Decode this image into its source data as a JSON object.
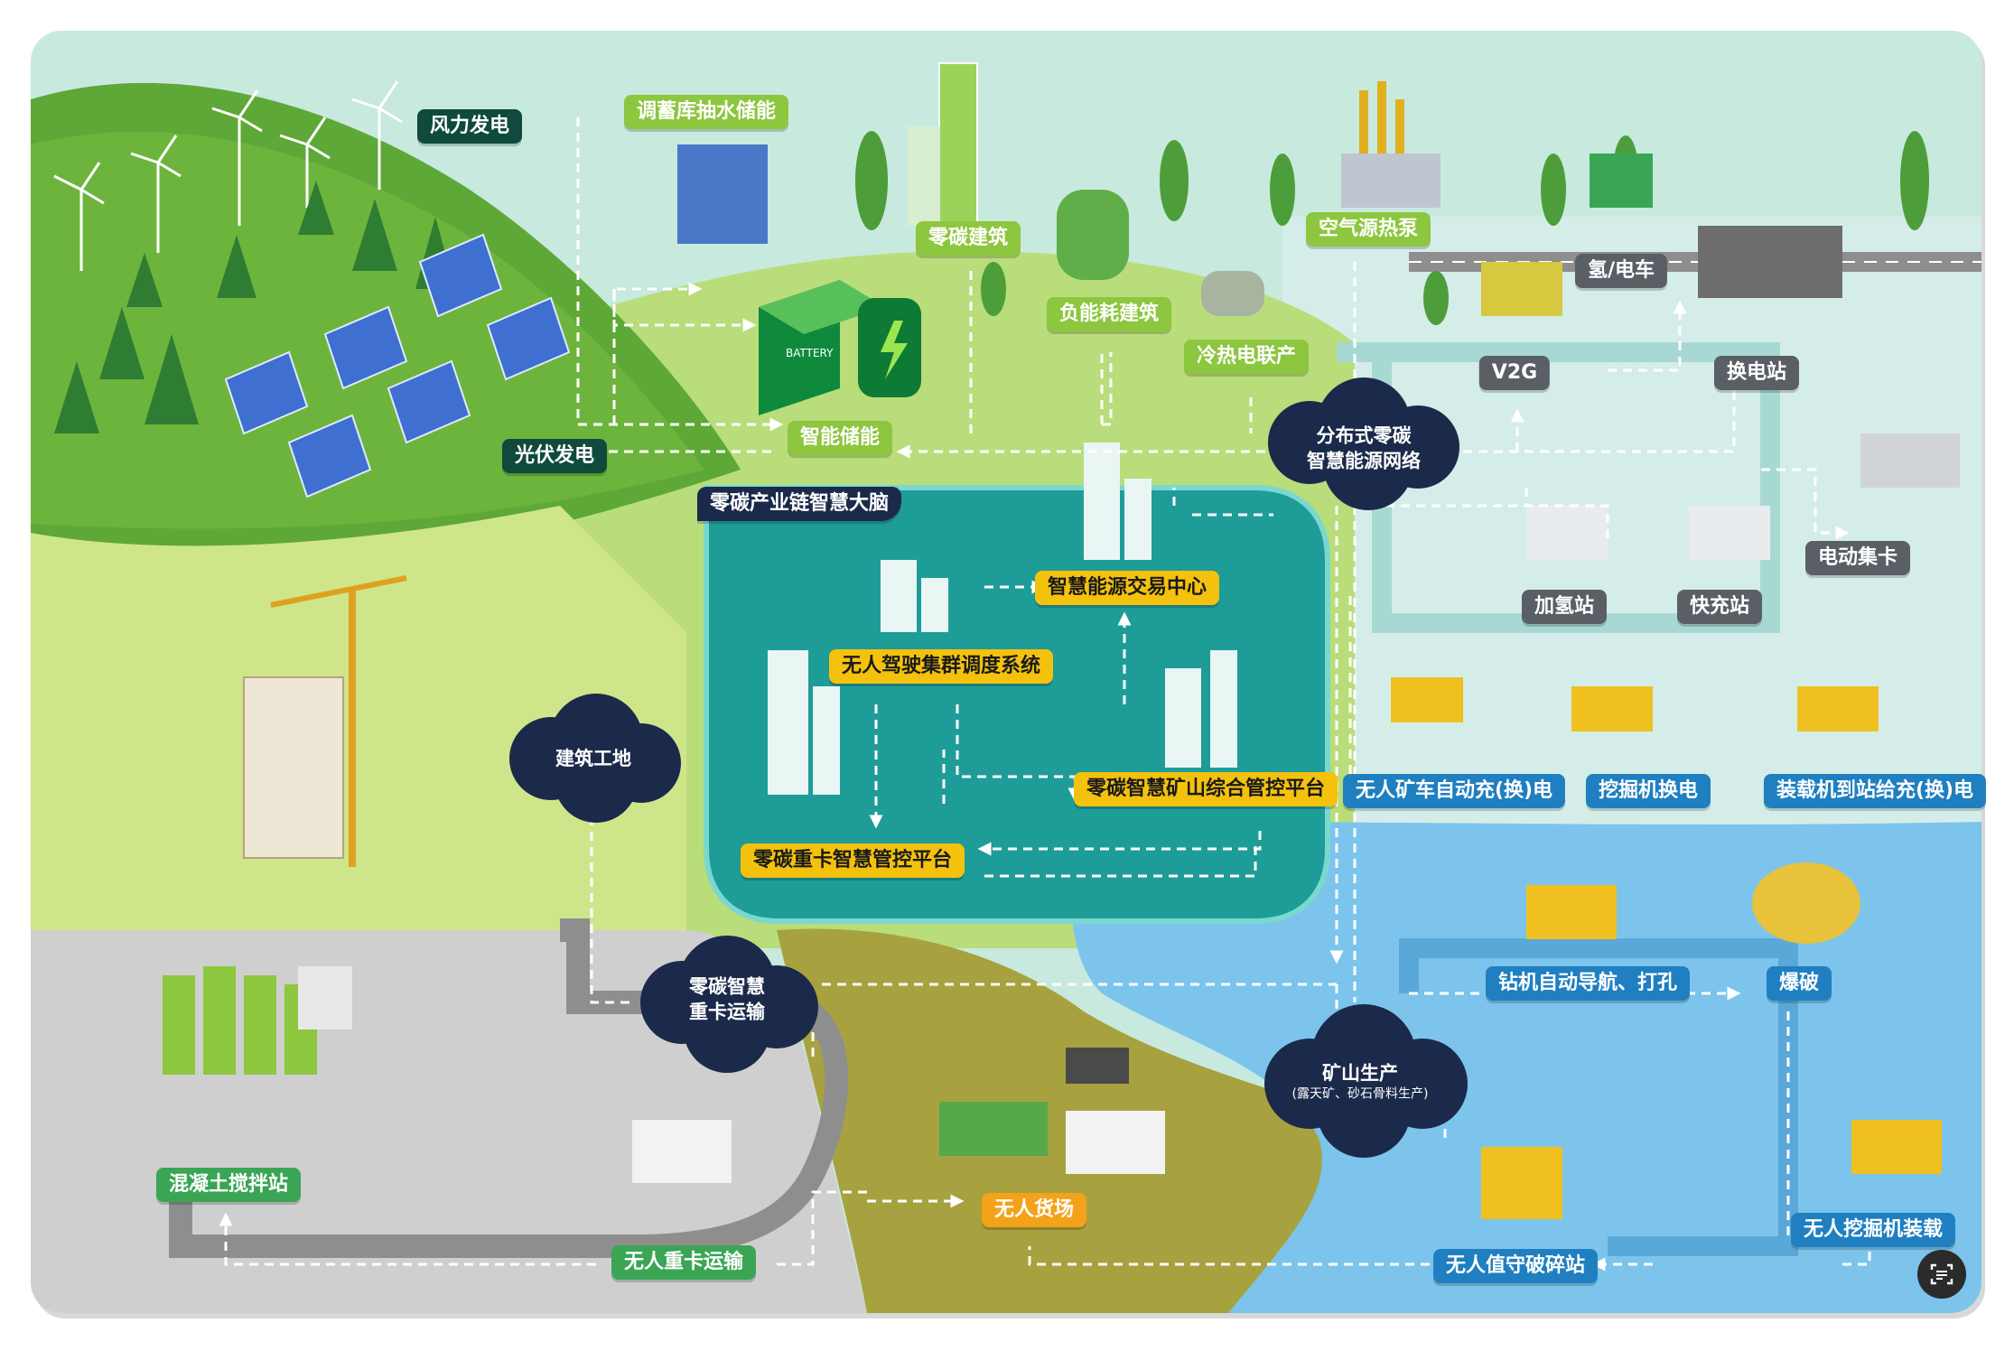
{
  "labels": {
    "wind_power": "风力发电",
    "pumped_storage": "调蓄库抽水储能",
    "zero_carbon_building": "零碳建筑",
    "negative_energy_building": "负能耗建筑",
    "air_heat_pump": "空气源热泵",
    "hydrogen_ev": "氢/电车",
    "solar_power": "光伏发电",
    "smart_storage": "智能储能",
    "cchp": "冷热电联产",
    "v2g": "V2G",
    "battery_swap": "换电站",
    "brain_title": "零碳产业链智慧大脑",
    "energy_trading": "智慧能源交易中心",
    "autonomous_dispatch": "无人驾驶集群调度系统",
    "mine_control": "零碳智慧矿山综合管控平台",
    "truck_control": "零碳重卡智慧管控平台",
    "hydrogen_station": "加氢站",
    "fast_charge": "快充站",
    "electric_truck": "电动集卡",
    "mine_truck_charge": "无人矿车自动充(换)电",
    "excavator_swap": "挖掘机换电",
    "loader_charge": "装载机到站给充(换)电",
    "drill_nav": "钻机自动导航、打孔",
    "blasting": "爆破",
    "concrete_station": "混凝土搅拌站",
    "unmanned_truck_transport": "无人重卡运输",
    "unmanned_yard": "无人货场",
    "unmanned_crusher": "无人值守破碎站",
    "unmanned_excavator": "无人挖掘机装载"
  },
  "clouds": {
    "energy_network": "分布式零碳\n智慧能源网络",
    "construction_site": "建筑工地",
    "heavy_truck_transport": "零碳智慧\n重卡运输",
    "mine_production": "矿山生产",
    "mine_production_sub": "(露天矿、砂石骨料生产)"
  },
  "icons": {
    "battery_text": "BATTERY"
  },
  "colors": {
    "dark_green": "#0f4a3c",
    "light_green": "#8dc63f",
    "brain_teal": "#1e9c98",
    "label_yellow": "#f4c20d",
    "navy": "#1b2a4a",
    "mine_blue": "#7cc4ec",
    "road_gray": "#c9c9c9"
  }
}
